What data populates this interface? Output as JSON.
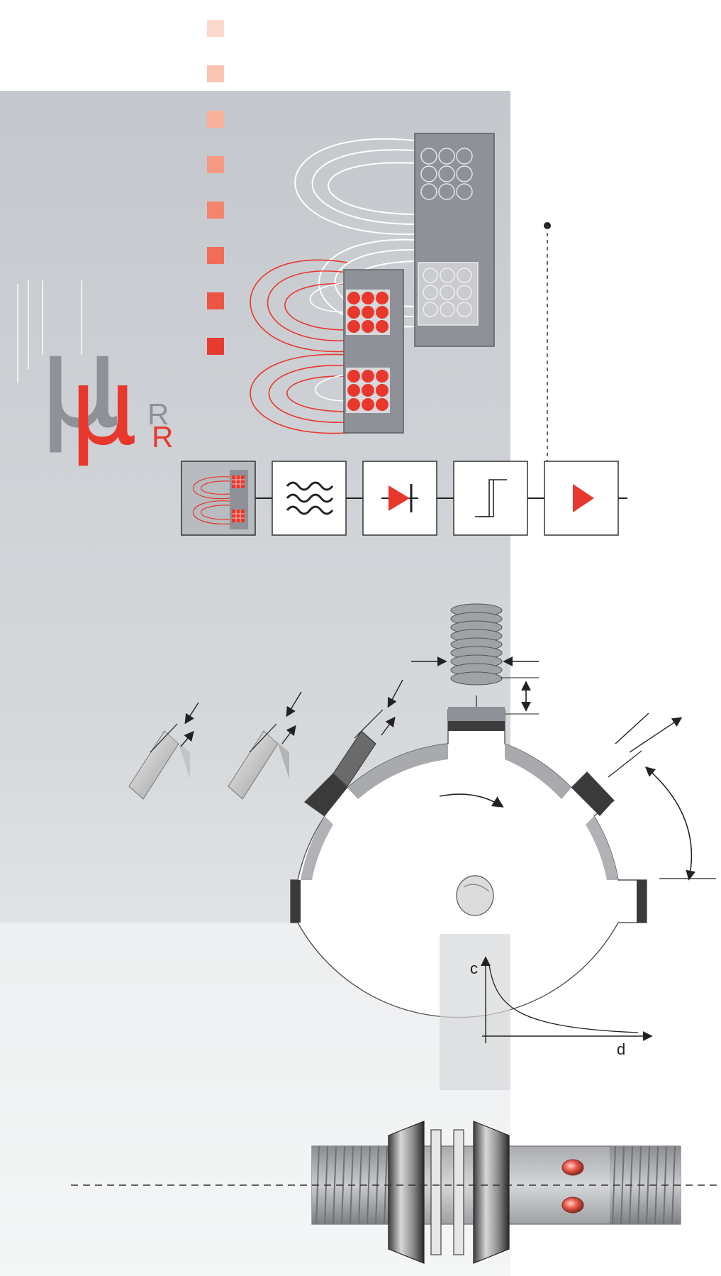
{
  "symbols": {
    "mu_r": "μ",
    "mu_r_sub": "R",
    "mu_r_sub_faded": "R"
  },
  "graph": {
    "y_label": "c",
    "x_label": "d"
  },
  "colors": {
    "accent_red": "#e8382e",
    "panel_gray": "#c9cdd2",
    "core_gray": "#8e9197",
    "line_white": "#ffffff",
    "outline": "#3a3a3a"
  },
  "icons": {
    "coil": "coil-icon",
    "oscillator": "wave-icon",
    "rectifier": "diode-icon",
    "trigger": "hysteresis-icon",
    "amplifier": "amplifier-icon"
  }
}
